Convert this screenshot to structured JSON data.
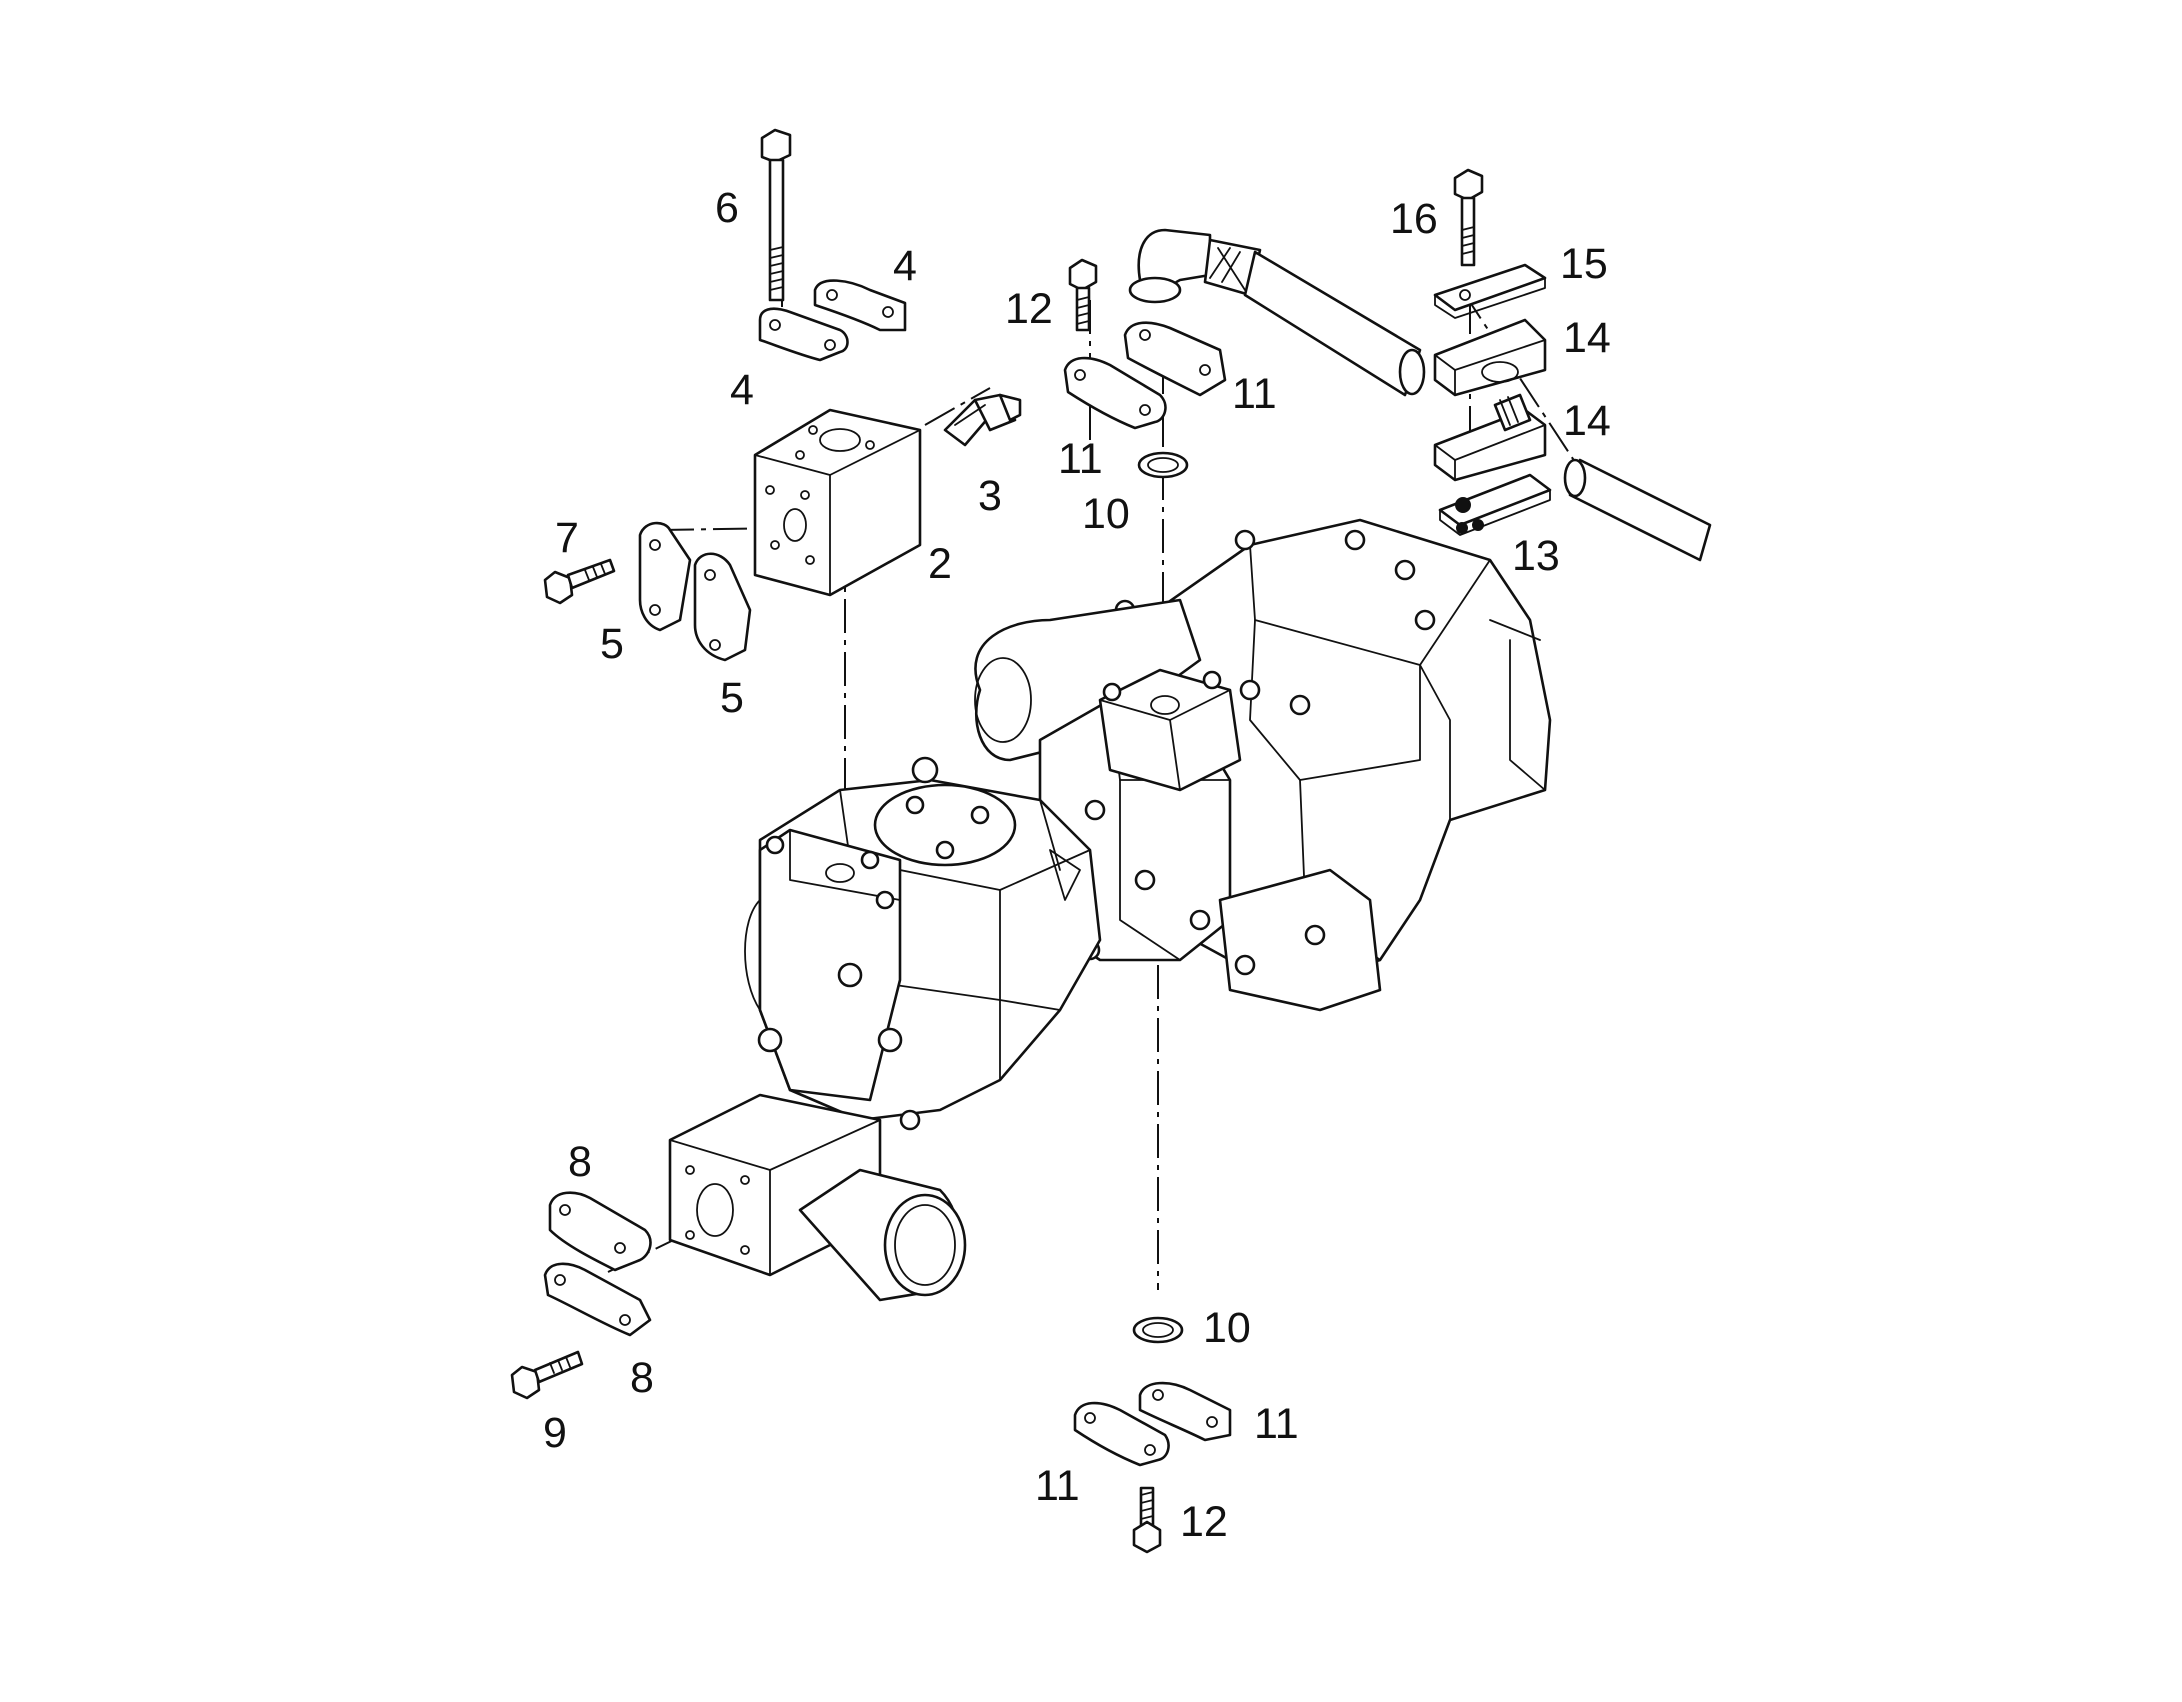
{
  "callouts": [
    "2",
    "3",
    "4",
    "4",
    "5",
    "5",
    "6",
    "7",
    "8",
    "8",
    "9",
    "10",
    "10",
    "11",
    "11",
    "11",
    "11",
    "12",
    "12",
    "13",
    "14",
    "14",
    "15",
    "16"
  ],
  "callout_layout": {
    "c_2": "2",
    "c_3": "3",
    "c_4a": "4",
    "c_4b": "4",
    "c_5a": "5",
    "c_5b": "5",
    "c_6": "6",
    "c_7": "7",
    "c_8a": "8",
    "c_8b": "8",
    "c_9": "9",
    "c_10a": "10",
    "c_10b": "10",
    "c_11a": "11",
    "c_11b": "11",
    "c_11c": "11",
    "c_11d": "11",
    "c_12a": "12",
    "c_12b": "12",
    "c_13": "13",
    "c_14a": "14",
    "c_14b": "14",
    "c_15": "15",
    "c_16": "16"
  }
}
